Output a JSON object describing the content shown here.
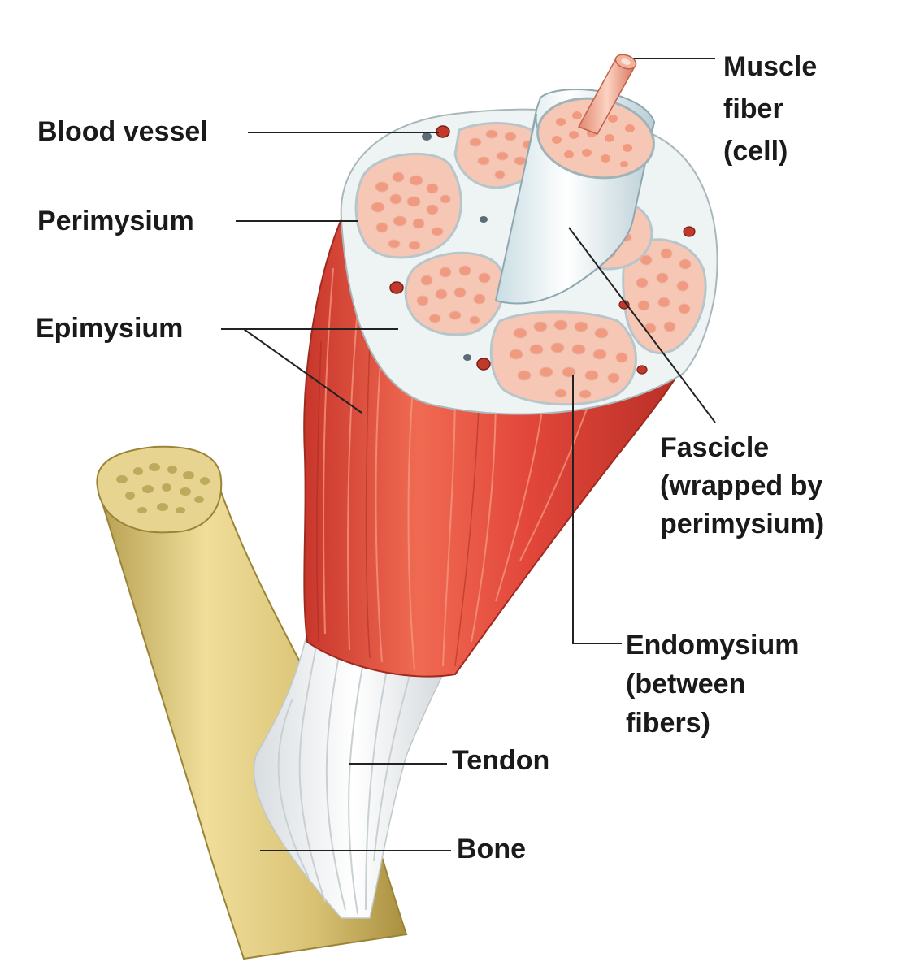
{
  "colors": {
    "muscle": "#e2463a",
    "muscle_dark": "#b82f26",
    "muscle_light": "#f27b65",
    "fascicle_fill": "#f7c7b6",
    "fiber_dot": "#f19a80",
    "membrane": "#eef3f4",
    "tendon": "#f1f1f1",
    "bone": "#d9c274",
    "bone_dark": "#b59f50",
    "leader": "#222222",
    "text": "#1a1a1a"
  },
  "labels": {
    "blood_vessel": "Blood vessel",
    "perimysium": "Perimysium",
    "epimysium": "Epimysium",
    "muscle_fiber": [
      "Muscle",
      "fiber",
      "(cell)"
    ],
    "fascicle": [
      "Fascicle",
      "(wrapped by",
      "perimysium)"
    ],
    "endomysium": [
      "Endomysium",
      "(between",
      "fibers)"
    ],
    "tendon": "Tendon",
    "bone": "Bone"
  }
}
